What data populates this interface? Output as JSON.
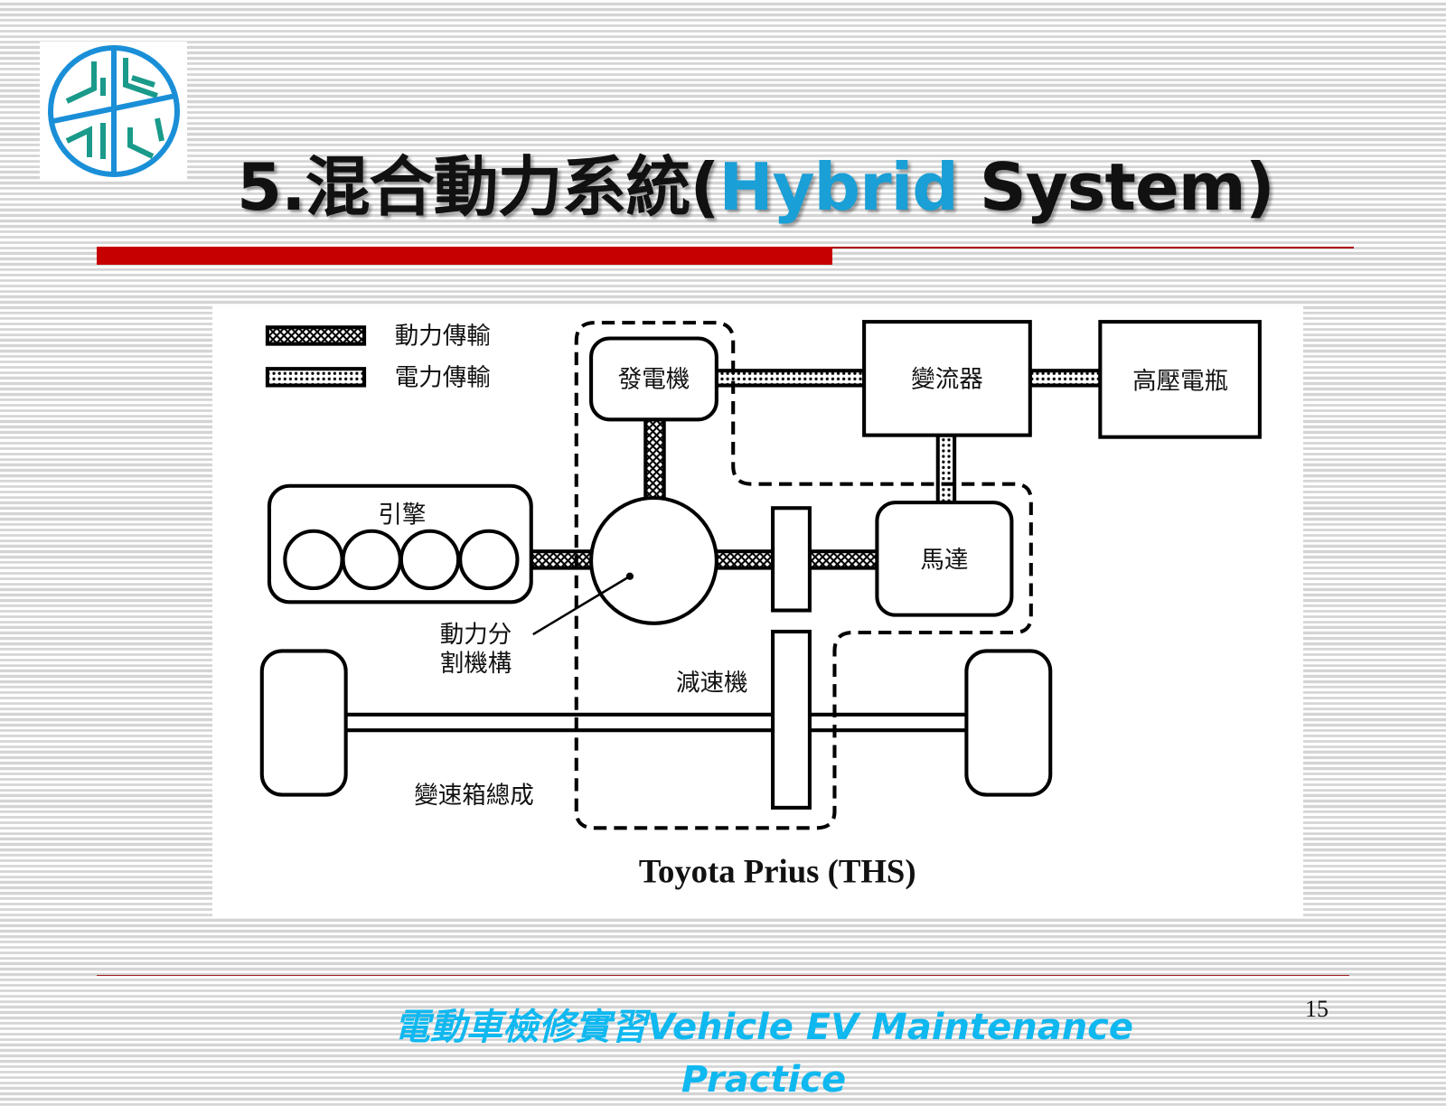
{
  "slide": {
    "title_prefix": "5.混合動力系統(",
    "title_accent": "Hybrid",
    "title_suffix": " System)",
    "page_number": "15",
    "footer_line1": "電動車檢修實習Vehicle EV Maintenance",
    "footer_line2": "Practice",
    "accent_color": "#1a9fd6",
    "rule_color": "#c60000"
  },
  "diagram": {
    "legend": [
      {
        "label": "動力傳輸",
        "pattern": "crosshatch"
      },
      {
        "label": "電力傳輸",
        "pattern": "dotted"
      }
    ],
    "components": {
      "generator": "發電機",
      "inverter": "變流器",
      "battery": "高壓電瓶",
      "engine": "引擎",
      "motor": "馬達",
      "power_split_line1": "動力分",
      "power_split_line2": "割機構",
      "reducer": "減速機",
      "transaxle": "變速箱總成"
    },
    "caption": "Toyota Prius (THS)"
  }
}
